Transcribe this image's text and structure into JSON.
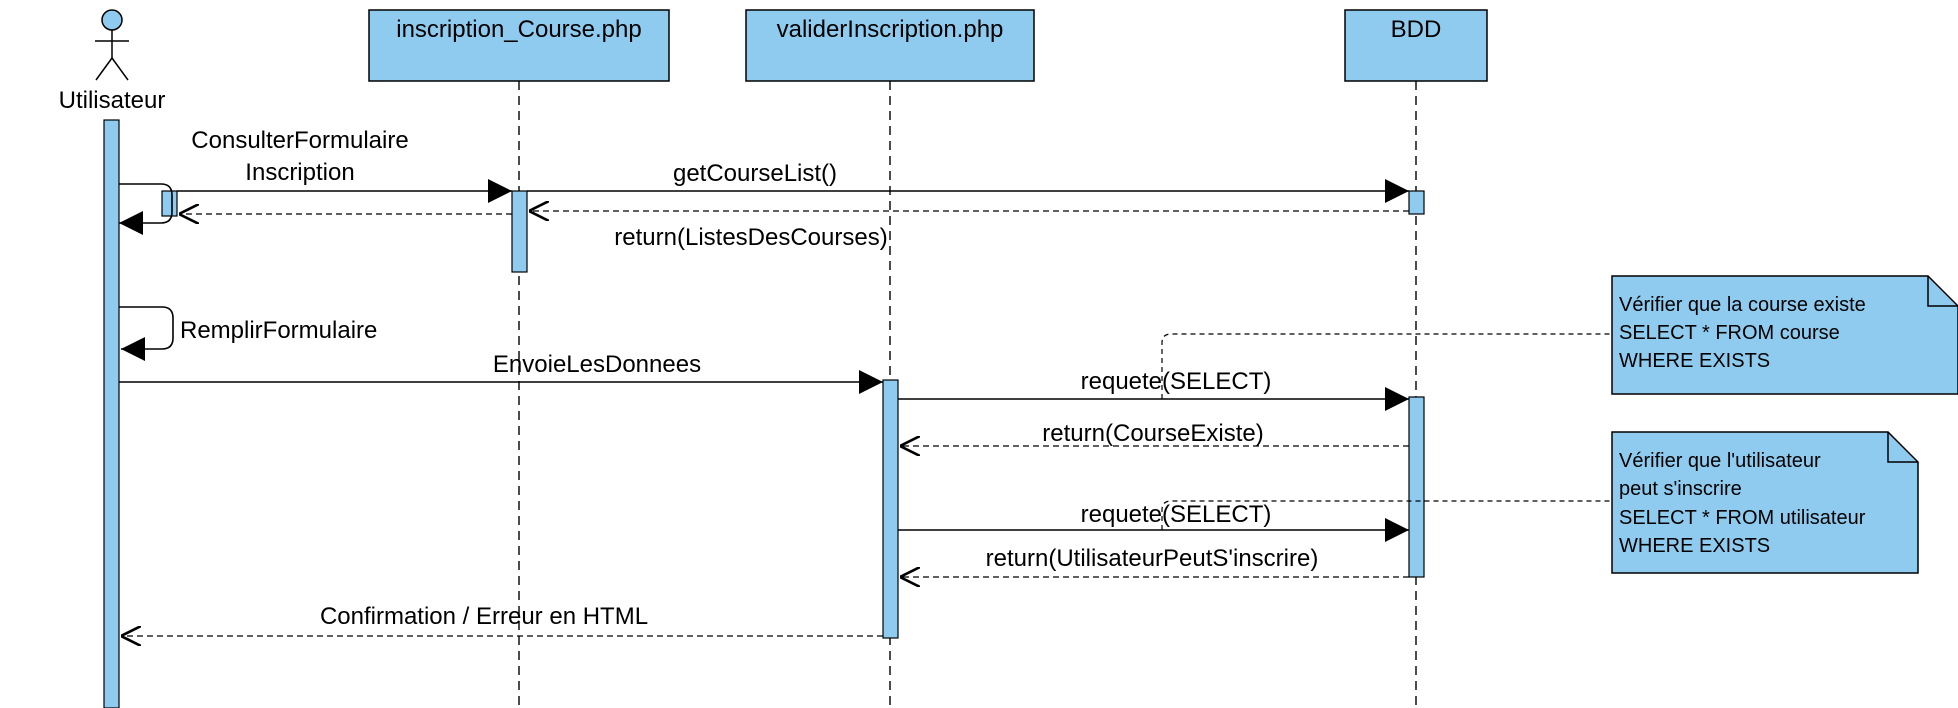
{
  "participants": {
    "actor": "Utilisateur",
    "inscription": "inscription_Course.php",
    "valider": "validerInscription.php",
    "bdd": "BDD"
  },
  "messages": {
    "consulter_line1": "ConsulterFormulaire",
    "consulter_line2": "Inscription",
    "get_course_list": "getCourseList()",
    "return_listes": "return(ListesDesCourses)",
    "remplir": "RemplirFormulaire",
    "envoie": "EnvoieLesDonnees",
    "requete1": "requete(SELECT)",
    "return_course_existe": "return(CourseExiste)",
    "requete2": "requete(SELECT)",
    "return_peut_inscrire": "return(UtilisateurPeutS'inscrire)",
    "confirmation": "Confirmation / Erreur en HTML"
  },
  "notes": {
    "note1": {
      "line1": "Vérifier que la course existe",
      "line2": "SELECT * FROM course",
      "line3": "WHERE EXISTS"
    },
    "note2": {
      "line1": "Vérifier que l'utilisateur",
      "line2": "peut s'inscrire",
      "line3": "SELECT * FROM utilisateur",
      "line4": "WHERE EXISTS"
    }
  },
  "colors": {
    "fill": "#8fcbef",
    "stroke": "#000000"
  }
}
